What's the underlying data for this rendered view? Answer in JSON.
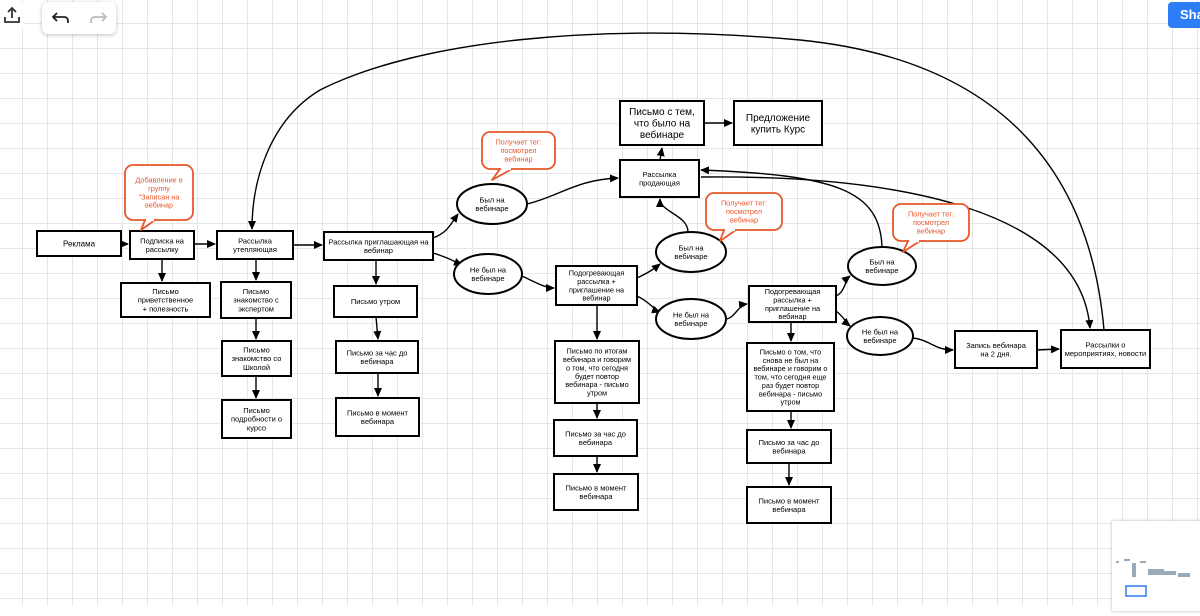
{
  "toolbar": {
    "share_label": "Share",
    "icons": [
      "upload-icon",
      "undo-icon",
      "redo-icon"
    ]
  },
  "colors": {
    "accent": "#2d7df6",
    "callout": "#e8572a",
    "stroke": "#000000"
  },
  "nodes": [
    {
      "id": "ad",
      "text": "Реклама"
    },
    {
      "id": "subscribe",
      "text": "Подписка на\nрассылку"
    },
    {
      "id": "welcome",
      "text": "Письмо\nприветственное\n+ полезность"
    },
    {
      "id": "warm",
      "text": "Рассылка\nутепляющая"
    },
    {
      "id": "expert",
      "text": "Письмо\nзнакомство с\nэкспертом"
    },
    {
      "id": "school",
      "text": "Письмо\nзнакомство со\nШколой"
    },
    {
      "id": "course",
      "text": "Письмо\nподробности о\nкурсо"
    },
    {
      "id": "invite",
      "text": "Рассылка приглашающая на\nвебинар"
    },
    {
      "id": "morning",
      "text": "Письмо утром"
    },
    {
      "id": "hour1",
      "text": "Письмо за час до\nвебинара"
    },
    {
      "id": "moment1",
      "text": "Письмо в момент\nвебинара"
    },
    {
      "id": "was1",
      "text": "Был на\nвебинаре"
    },
    {
      "id": "notwas1",
      "text": "Не был на\nвебинаре"
    },
    {
      "id": "selling",
      "text": "Рассылка\nпродающая"
    },
    {
      "id": "recap",
      "text": "Письмо с тем,\nчто было на\nвебинаре"
    },
    {
      "id": "offer",
      "text": "Предложение\nкупить Курс"
    },
    {
      "id": "heat1",
      "text": "Подогревающая\nрассылка +\nприглашение на\nвебинар"
    },
    {
      "id": "results",
      "text": "Письмо по итогам\nвебинара и говорим\nо том, что сегодня\nбудет повтор\nвебинара - письмо\nутром"
    },
    {
      "id": "hour2",
      "text": "Письмо за час до\nвебинара"
    },
    {
      "id": "moment2",
      "text": "Письмо в момент\nвебинара"
    },
    {
      "id": "was2",
      "text": "Был на\nвебинаре"
    },
    {
      "id": "notwas2",
      "text": "Не был на\nвебинаре"
    },
    {
      "id": "heat2",
      "text": "Подогревающая\nрассылка +\nприглашение на\nвебинар"
    },
    {
      "id": "again",
      "text": "Письмо о том, что\nснова не был на\nвебинаре и говорим о\nтом, что сегодня еще\nраз будет повтор\nвебинара - письмо\nутром"
    },
    {
      "id": "hour3",
      "text": "Письмо за час до\nвебинара"
    },
    {
      "id": "moment3",
      "text": "Письмо в момент\nвебинара"
    },
    {
      "id": "was3",
      "text": "Был на\nвебинаре"
    },
    {
      "id": "notwas3",
      "text": "Не был на\nвебинаре"
    },
    {
      "id": "recording",
      "text": "Запись вебинара\nна 2 дня."
    },
    {
      "id": "events",
      "text": "Рассылки о\nмероприятиях, новости"
    }
  ],
  "callouts": [
    {
      "id": "c_group",
      "text": "Добавление в\nгруппу\n\"Записан на\nвебинар"
    },
    {
      "id": "c_tag1",
      "text": "Получает тег:\nпосмотрел\nвебинар"
    },
    {
      "id": "c_tag2",
      "text": "Получает тег:\nпосмотрел\nвебинар"
    },
    {
      "id": "c_tag3",
      "text": "Получает тег:\nпосмотрел\nвебинар"
    }
  ]
}
